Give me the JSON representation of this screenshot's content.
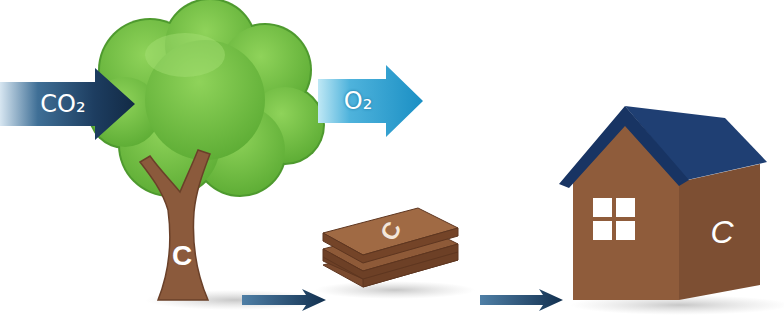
{
  "diagram": {
    "nodes": [
      {
        "text": [
          "CO₂"
        ]
      },
      {
        "text": [
          "C"
        ]
      },
      {
        "text": [
          "O₂"
        ]
      },
      {
        "text": [
          "C"
        ]
      },
      {
        "text": [
          "C"
        ]
      }
    ],
    "edges": [
      {
        "from": 1,
        "to": 3,
        "arrow": "to"
      },
      {
        "from": 3,
        "to": 4,
        "arrow": "to"
      }
    ]
  }
}
